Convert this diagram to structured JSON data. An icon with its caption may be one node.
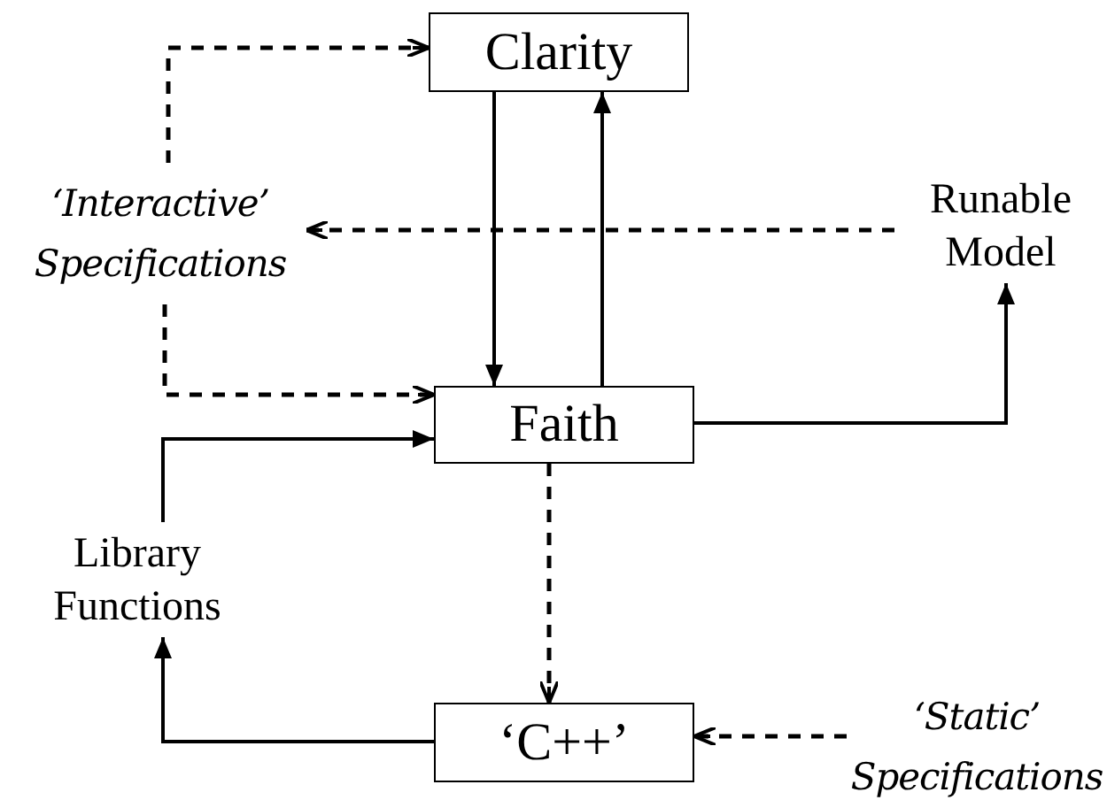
{
  "diagram": {
    "nodes": [
      {
        "text": [
          "Clarity"
        ]
      },
      {
        "text": [
          "‘Interactive’ Specifications"
        ]
      },
      {
        "text": [
          "Runable Model"
        ]
      },
      {
        "text": [
          "Faith"
        ]
      },
      {
        "text": [
          "Library Functions"
        ]
      },
      {
        "text": [
          "‘C++’"
        ]
      },
      {
        "text": [
          "‘Static’ Specifications"
        ]
      }
    ],
    "edges": [
      {
        "from": 1,
        "to": 0,
        "arrow": "to",
        "style": "dashed"
      },
      {
        "from": 0,
        "to": 3,
        "arrow": "to"
      },
      {
        "from": 3,
        "to": 0,
        "arrow": "to"
      },
      {
        "from": 2,
        "to": 1,
        "arrow": "to",
        "style": "dashed"
      },
      {
        "from": 1,
        "to": 3,
        "arrow": "to",
        "style": "dashed"
      },
      {
        "from": 3,
        "to": 2,
        "arrow": "to"
      },
      {
        "from": 4,
        "to": 3,
        "arrow": "to"
      },
      {
        "from": 3,
        "to": 5,
        "arrow": "to",
        "style": "dashed"
      },
      {
        "from": 5,
        "to": 4,
        "arrow": "to"
      },
      {
        "from": 6,
        "to": 5,
        "arrow": "to",
        "style": "dashed"
      }
    ]
  }
}
